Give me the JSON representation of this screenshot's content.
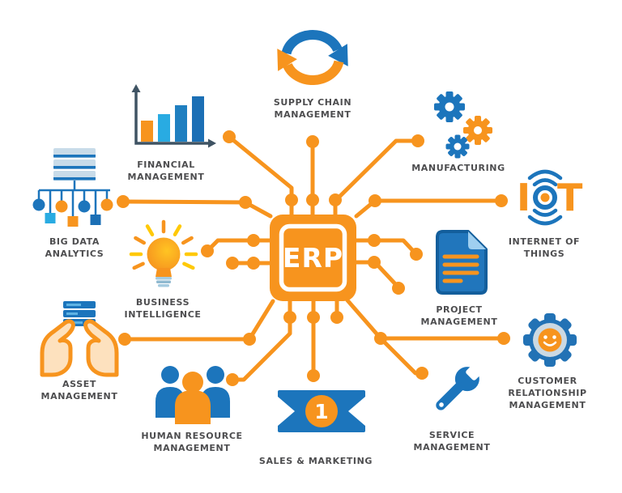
{
  "center": {
    "label": "ERP"
  },
  "modules": [
    {
      "name": "supply-chain-management",
      "label": "SUPPLY CHAIN\nMANAGEMENT",
      "icon": "sync-arrows-icon"
    },
    {
      "name": "financial-management",
      "label": "FINANCIAL\nMANAGEMENT",
      "icon": "bar-chart-icon"
    },
    {
      "name": "manufacturing",
      "label": "MANUFACTURING",
      "icon": "gears-icon"
    },
    {
      "name": "big-data-analytics",
      "label": "BIG DATA\nANALYTICS",
      "icon": "database-tree-icon"
    },
    {
      "name": "internet-of-things",
      "label": "INTERNET OF\nTHINGS",
      "icon": "iot-signal-icon"
    },
    {
      "name": "business-intelligence",
      "label": "BUSINESS\nINTELLIGENCE",
      "icon": "lightbulb-icon"
    },
    {
      "name": "project-management",
      "label": "PROJECT\nMANAGEMENT",
      "icon": "document-icon"
    },
    {
      "name": "asset-management",
      "label": "ASSET\nMANAGEMENT",
      "icon": "hands-holding-server-icon"
    },
    {
      "name": "customer-relationship-management",
      "label": "CUSTOMER\nRELATIONSHIP\nMANAGEMENT",
      "icon": "gear-smiley-icon"
    },
    {
      "name": "human-resource-management",
      "label": "HUMAN RESOURCE\nMANAGEMENT",
      "icon": "people-group-icon"
    },
    {
      "name": "sales-marketing",
      "label": "SALES & MARKETING",
      "icon": "banknote-icon"
    },
    {
      "name": "service-management",
      "label": "SERVICE\nMANAGEMENT",
      "icon": "wrench-icon"
    }
  ],
  "icon_text": {
    "iot_i": "I",
    "iot_t": "T",
    "banknote_value": "1"
  },
  "colors": {
    "orange": "#F7941E",
    "blue": "#1C75BC",
    "light_blue": "#29ABE2",
    "pale_blue": "#C8DBE9",
    "yellow": "#FFC907",
    "label_text": "#4D4D4F"
  }
}
